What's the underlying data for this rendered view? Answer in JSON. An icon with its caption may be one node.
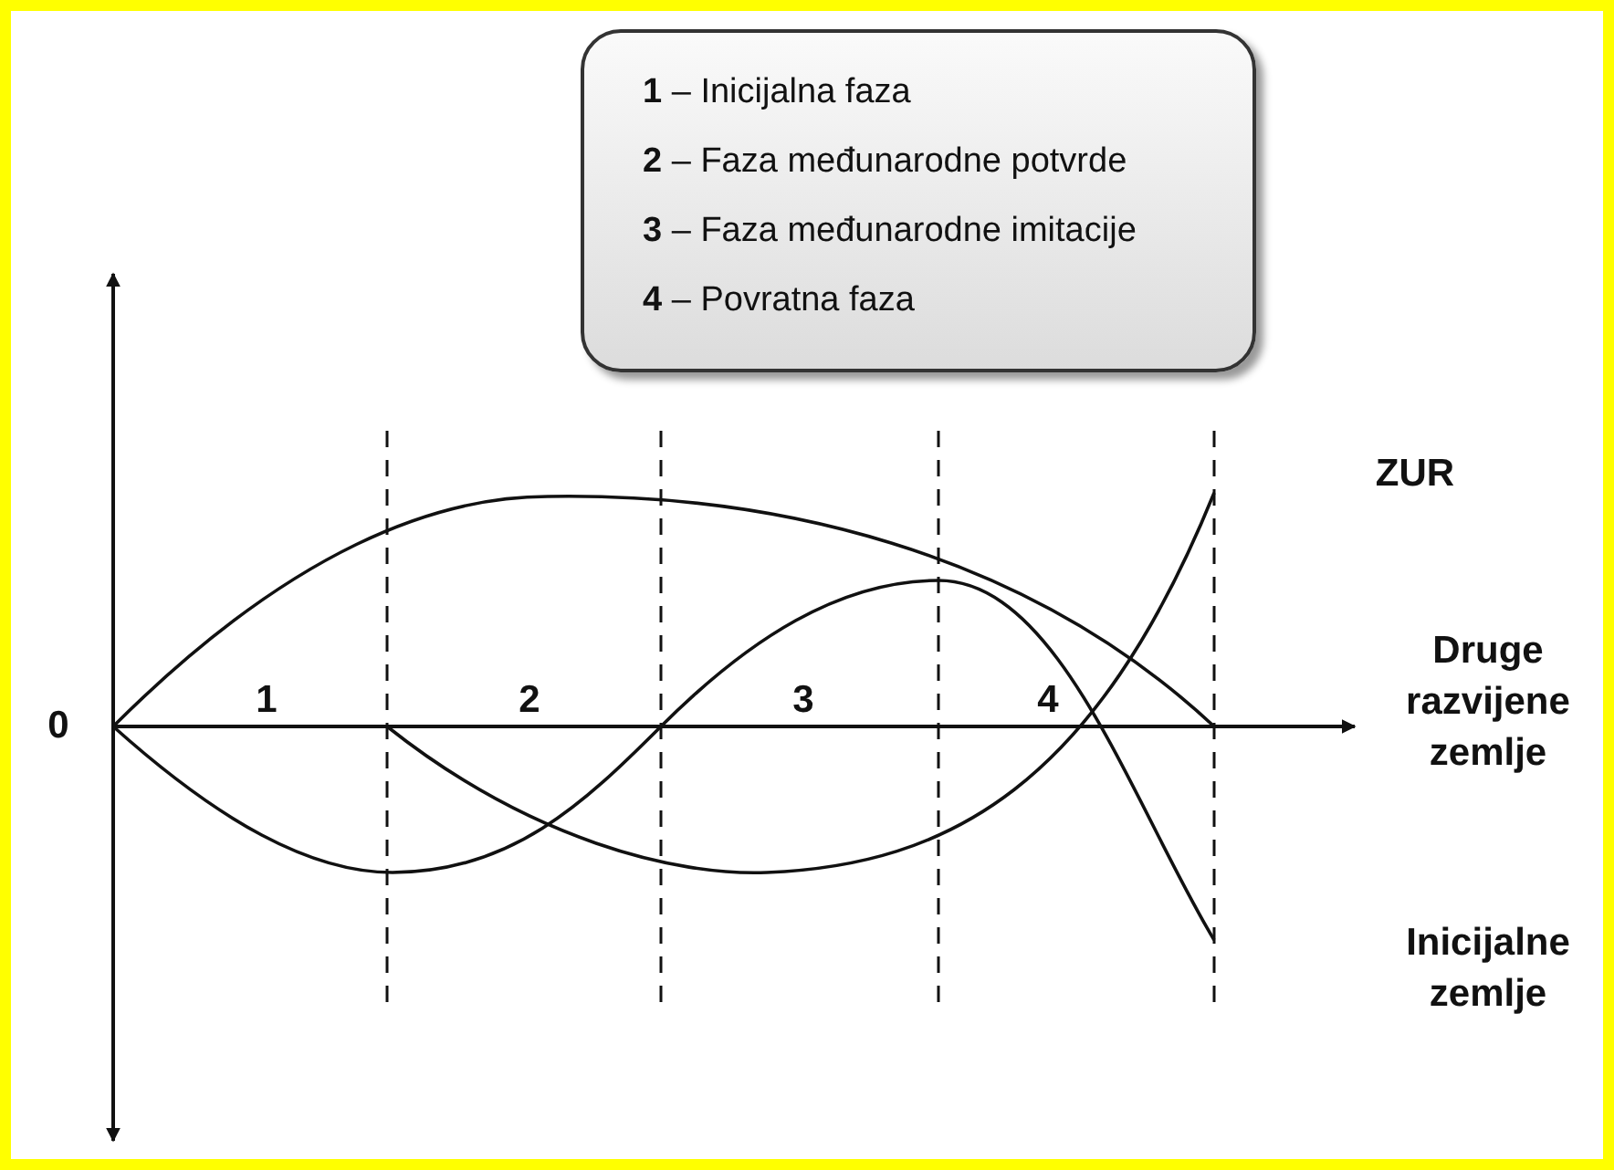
{
  "diagram": {
    "nodes": [
      {
        "text": [
          "**1** – Inicijalna faza",
          "**2** – Faza međunarodne potvrde",
          "**3** – Faza međunarodne imitacije",
          "**4** – Povratna faza"
        ]
      }
    ],
    "labels": [
      "ZUR",
      "0",
      "1",
      "2",
      "3",
      "4",
      "Druge razvijene zemlje",
      "Inicijalne zemlje"
    ]
  }
}
